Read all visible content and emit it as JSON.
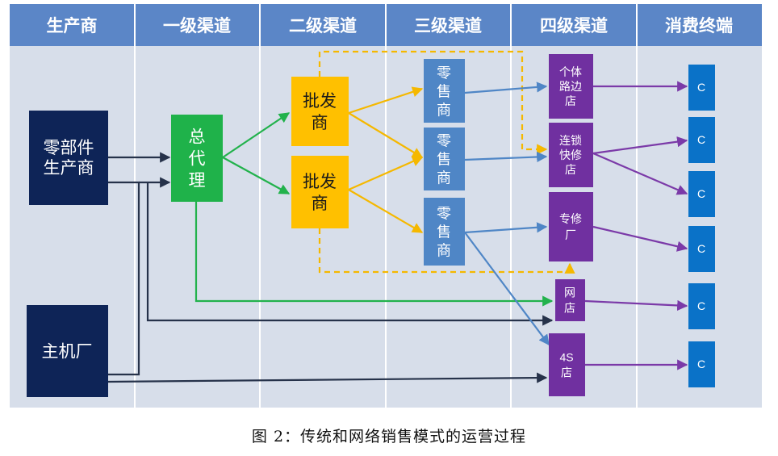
{
  "header": {
    "columns": [
      "生产商",
      "一级渠道",
      "二级渠道",
      "三级渠道",
      "四级渠道",
      "消费终端"
    ]
  },
  "nodes": {
    "parts_maker": "零部件\n生产商",
    "oem": "主机厂",
    "general_agent": "总\n代\n理",
    "wholesaler_1": "批发\n商",
    "wholesaler_2": "批发\n商",
    "retailer_1": "零\n售\n商",
    "retailer_2": "零\n售\n商",
    "retailer_3": "零\n售\n商",
    "roadside_shop": "个体\n路边\n店",
    "chain_shop": "连锁\n快修\n店",
    "repair_factory": "专修\n厂",
    "online_shop": "网\n店",
    "shop_4s": "4S\n店",
    "consumer_1": "C",
    "consumer_2": "C",
    "consumer_3": "C",
    "consumer_4": "C",
    "consumer_5": "C",
    "consumer_6": "C"
  },
  "colors": {
    "header_bg": "#5b86c7",
    "body_bg": "#d7deea",
    "divider": "#ffffff",
    "navy": "#0e2457",
    "green": "#1fb24a",
    "yellow": "#ffc000",
    "retail_blue": "#4f86c6",
    "purple": "#7030a0",
    "consumer_blue": "#0a72c8",
    "arrow_dark": "#26324a",
    "arrow_green": "#22b24c",
    "arrow_yellow": "#f5b800",
    "arrow_blue": "#4f86c6",
    "arrow_purple": "#7b3aa8"
  },
  "caption": "图 2：传统和网络销售模式的运营过程"
}
